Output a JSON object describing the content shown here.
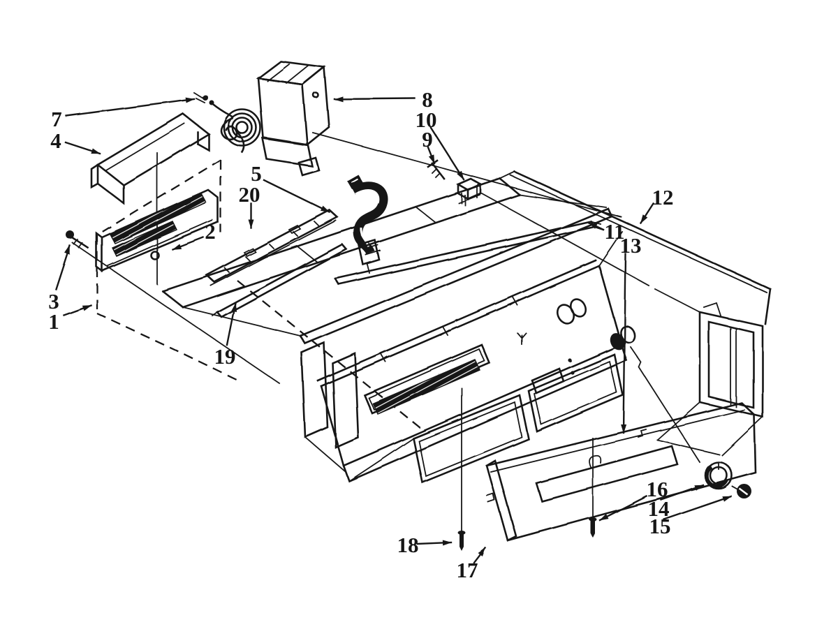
{
  "colors": {
    "background": "#ffffff",
    "line": "#161616"
  },
  "labels": [
    {
      "id": "7",
      "text": "7"
    },
    {
      "id": "4",
      "text": "4"
    },
    {
      "id": "3",
      "text": "3"
    },
    {
      "id": "1",
      "text": "1"
    },
    {
      "id": "2",
      "text": "2"
    },
    {
      "id": "5",
      "text": "5"
    },
    {
      "id": "20",
      "text": "20"
    },
    {
      "id": "19",
      "text": "19"
    },
    {
      "id": "8",
      "text": "8"
    },
    {
      "id": "10",
      "text": "10"
    },
    {
      "id": "9",
      "text": "9"
    },
    {
      "id": "11",
      "text": "11"
    },
    {
      "id": "12",
      "text": "12"
    },
    {
      "id": "13",
      "text": "13"
    },
    {
      "id": "16",
      "text": "16"
    },
    {
      "id": "14",
      "text": "14"
    },
    {
      "id": "15",
      "text": "15"
    },
    {
      "id": "18",
      "text": "18"
    },
    {
      "id": "17",
      "text": "17"
    }
  ]
}
